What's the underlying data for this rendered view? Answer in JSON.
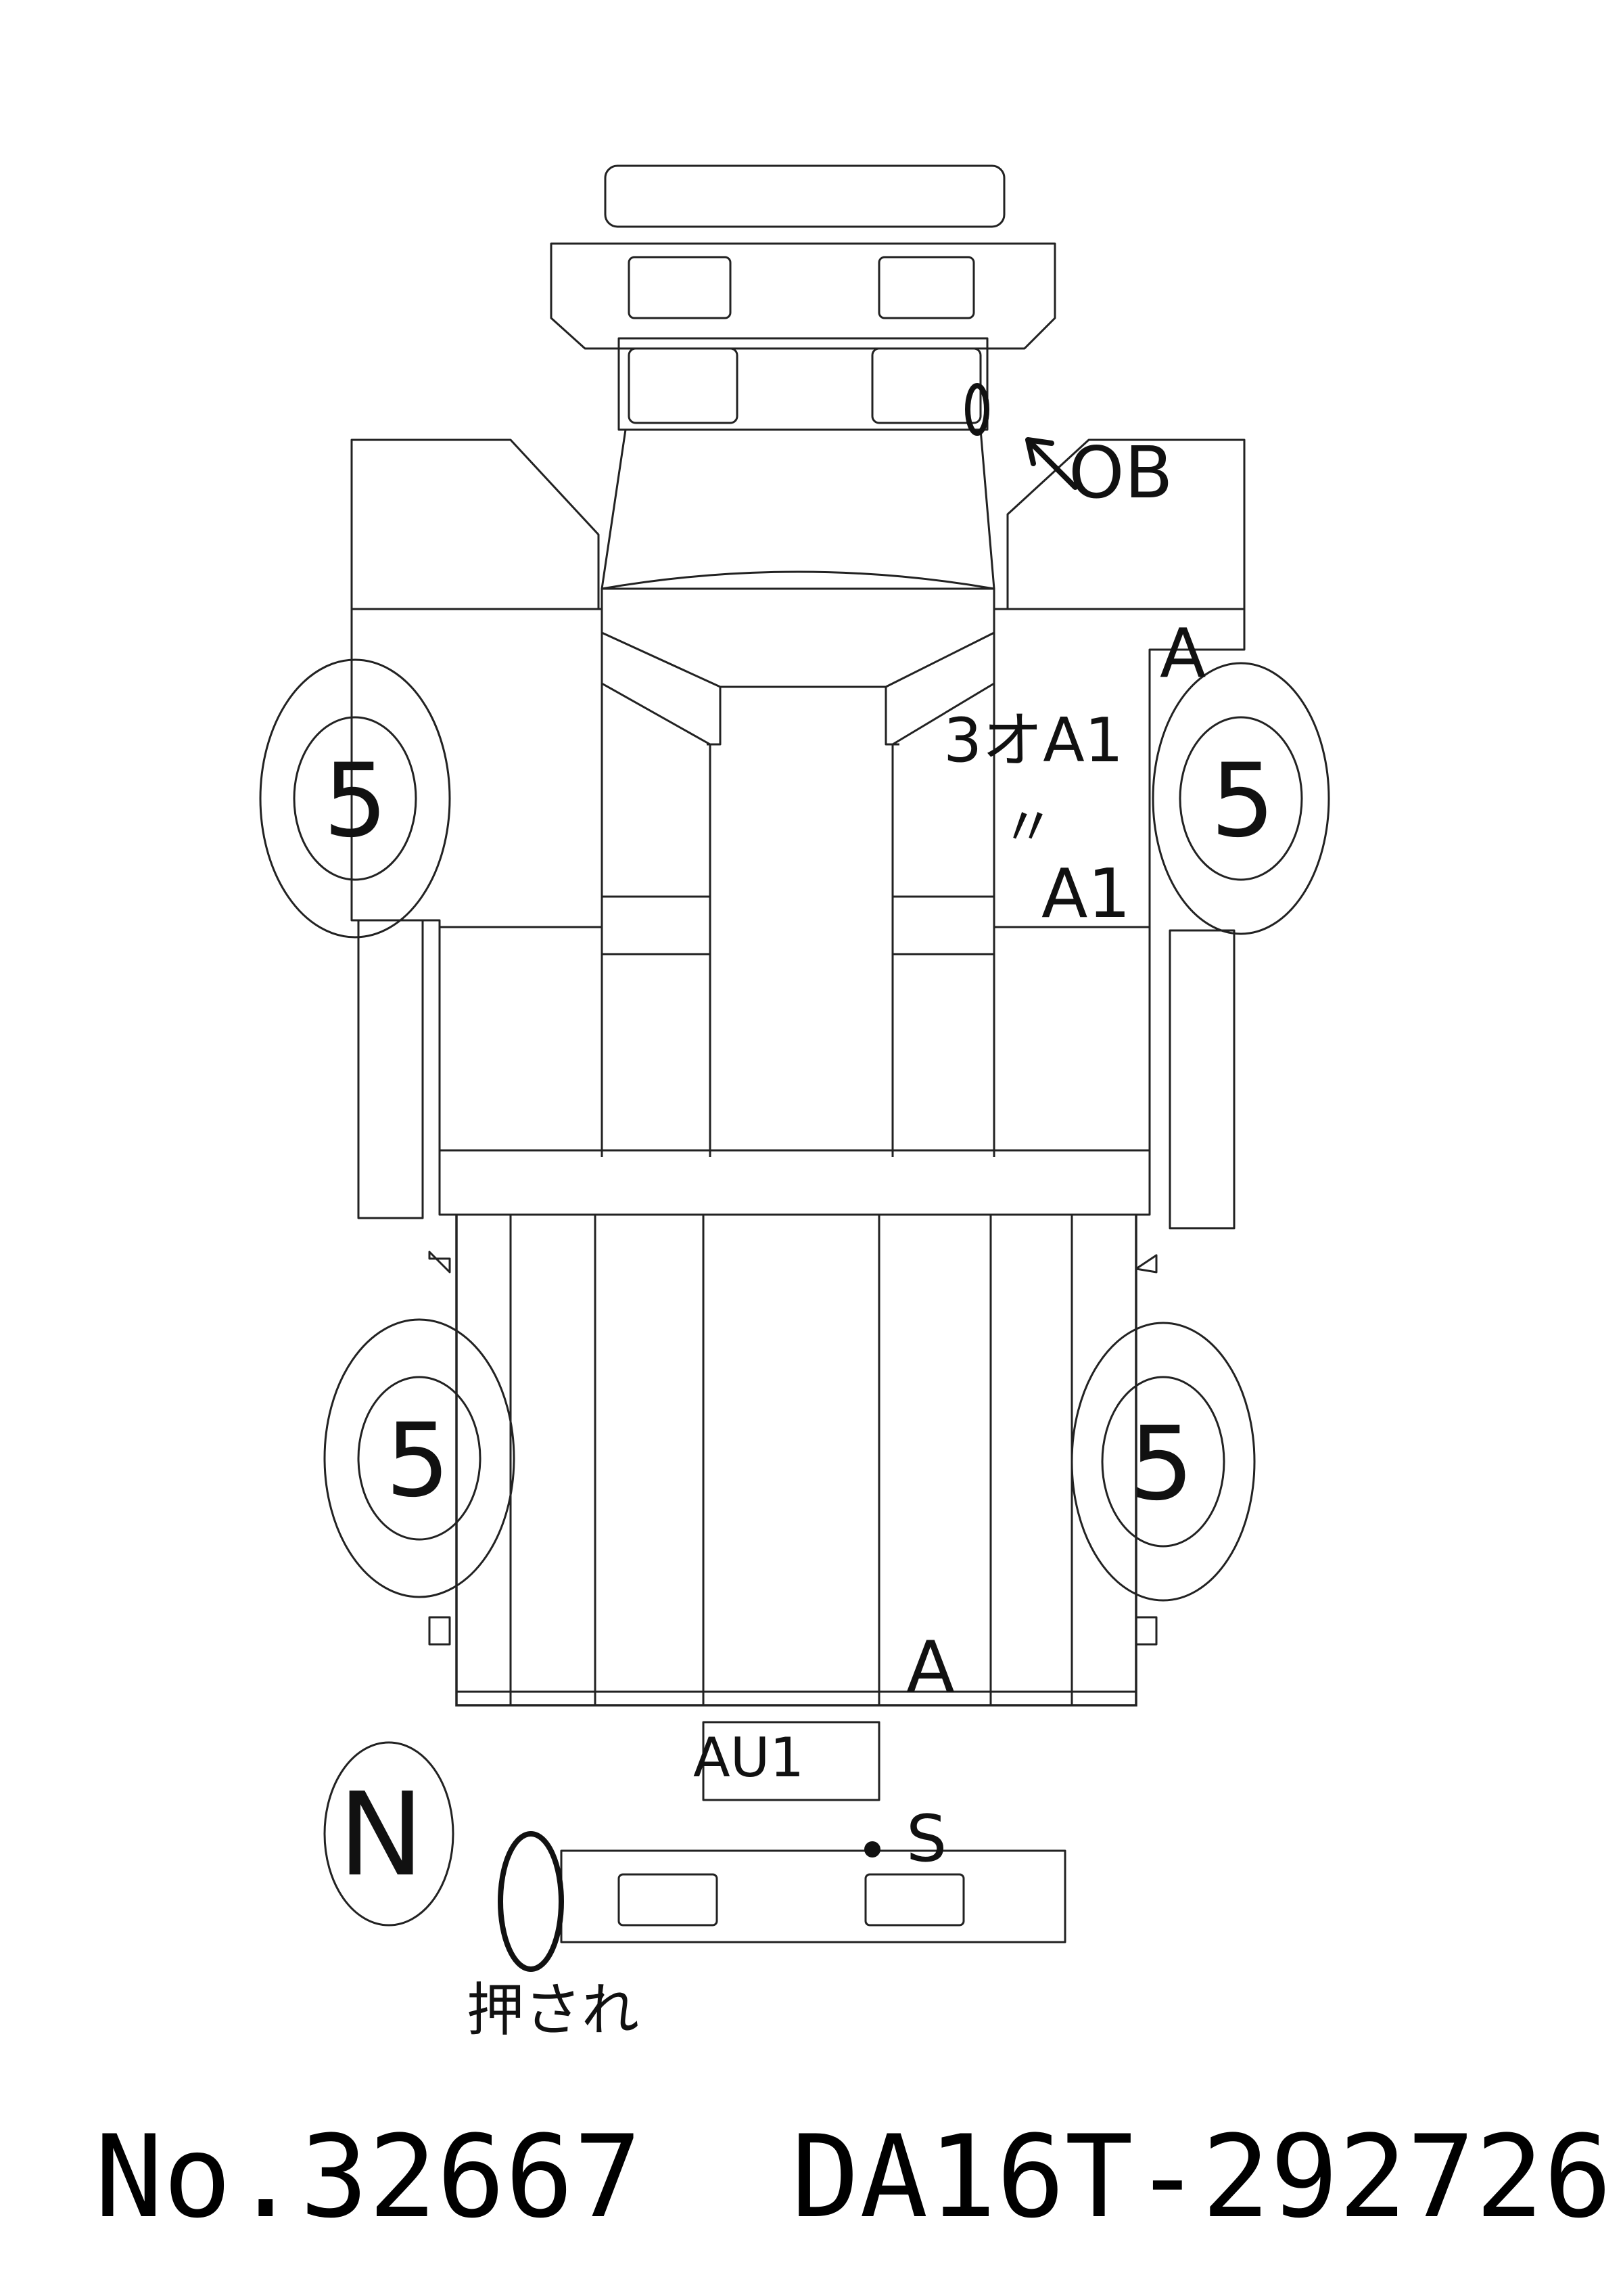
{
  "footer": {
    "number": "No.32667",
    "chassis": "DA16T-292726"
  },
  "tires": {
    "front_left": "5",
    "front_right": "5",
    "rear_left": "5",
    "rear_right": "5"
  },
  "marks": {
    "headlight_right": "OB",
    "fender_right": "A",
    "door_right_upper": "3オA1",
    "door_right_dup": "〃",
    "door_right_lower": "A1",
    "bed_right": "A",
    "tailgate": "AU1",
    "bumper_rear": "S",
    "spare_tire": "N",
    "rear_dent_note": "押され"
  }
}
